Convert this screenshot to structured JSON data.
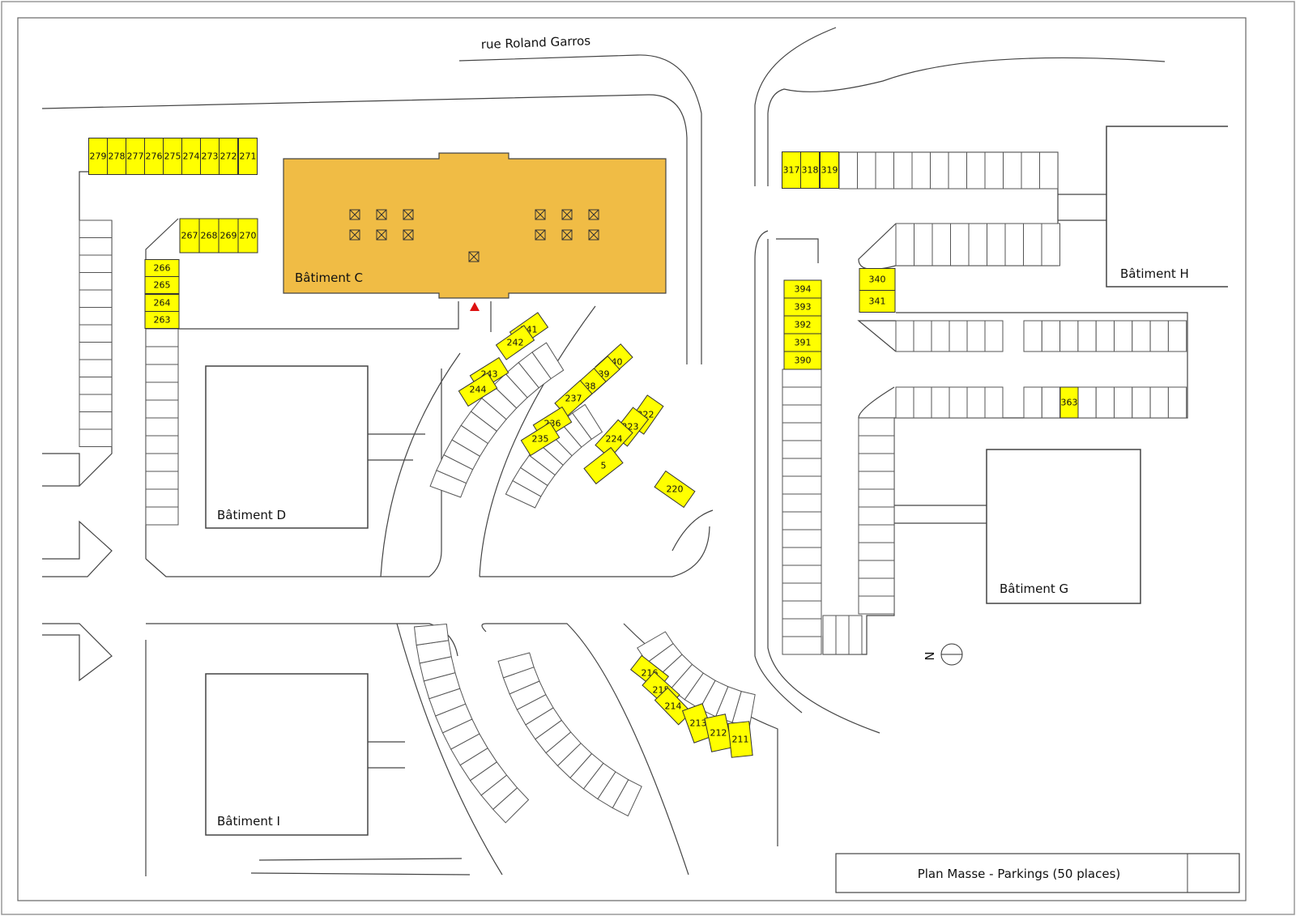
{
  "title": "Plan Masse - Parkings (50 places)",
  "street": "rue Roland Garros",
  "buildings": {
    "C": "Bâtiment C",
    "D": "Bâtiment D",
    "G": "Bâtiment G",
    "H": "Bâtiment H",
    "I": "Bâtiment I"
  },
  "compass_label": "N",
  "colors": {
    "spot": "#ffff00",
    "building_c": "#f0bc45",
    "entrance_marker": "#dd1111"
  },
  "spots": [
    "279",
    "278",
    "277",
    "276",
    "275",
    "274",
    "273",
    "272",
    "271",
    "267",
    "268",
    "269",
    "270",
    "266",
    "265",
    "264",
    "263",
    "241",
    "242",
    "243",
    "244",
    "240",
    "239",
    "238",
    "237",
    "236",
    "235",
    "222",
    "223",
    "224",
    "5",
    "220",
    "216",
    "215",
    "214",
    "213",
    "212",
    "211",
    "317",
    "318",
    "319",
    "340",
    "341",
    "394",
    "393",
    "392",
    "391",
    "390",
    "363"
  ]
}
